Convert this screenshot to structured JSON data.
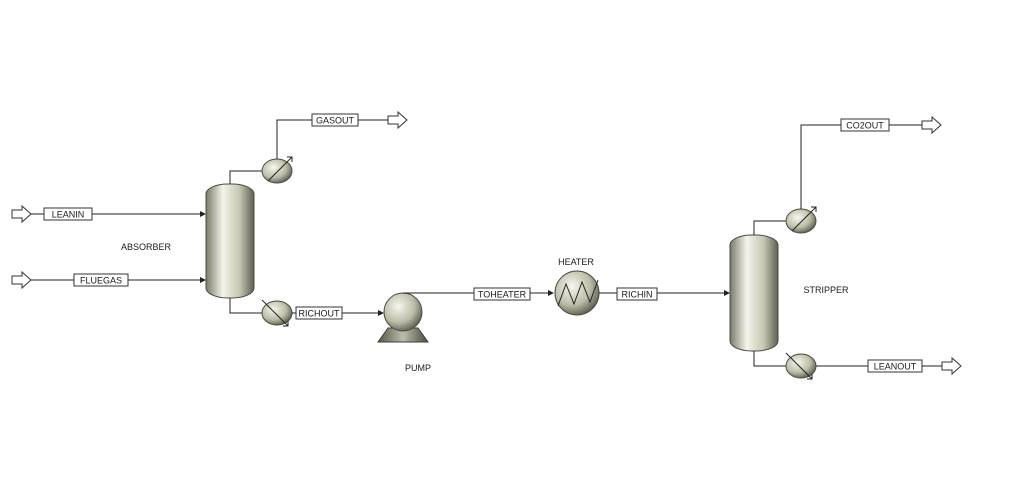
{
  "streams": {
    "leanin": "LEANIN",
    "fluegas": "FLUEGAS",
    "gasout": "GASOUT",
    "richout": "RICHOUT",
    "toheater": "TOHEATER",
    "richin": "RICHIN",
    "co2out": "CO2OUT",
    "leanout": "LEANOUT"
  },
  "blocks": {
    "absorber": "ABSORBER",
    "pump": "PUMP",
    "heater": "HEATER",
    "stripper": "STRIPPER"
  },
  "colors": {
    "vessel_light": "#f2f2e6",
    "vessel_mid": "#c8c8b4",
    "vessel_dark": "#6f6f60",
    "line": "#222222"
  }
}
